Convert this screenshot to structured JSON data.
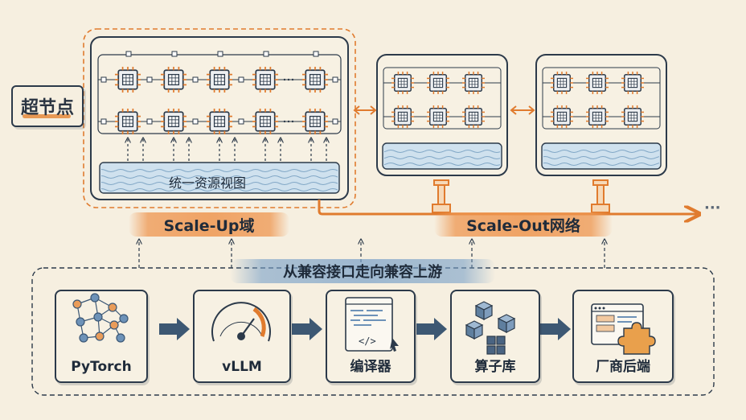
{
  "title": "超节点",
  "unified_pool": "统一资源视图",
  "scale_up": "Scale-Up域",
  "scale_out": "Scale-Out网络",
  "banner": "从兼容接口走向兼容上游",
  "ellipsis": "···",
  "stack": [
    {
      "label": "PyTorch",
      "icon": "graph-network-icon"
    },
    {
      "label": "vLLM",
      "icon": "gauge-icon"
    },
    {
      "label": "编译器",
      "icon": "code-editor-icon"
    },
    {
      "label": "算子库",
      "icon": "cubes-icon"
    },
    {
      "label": "厂商后端",
      "icon": "window-puzzle-icon"
    }
  ],
  "colors": {
    "ink": "#2c3a4a",
    "accent_orange": "#e07b2e",
    "accent_blue": "#7aa4c8",
    "background": "#f6efe0"
  }
}
